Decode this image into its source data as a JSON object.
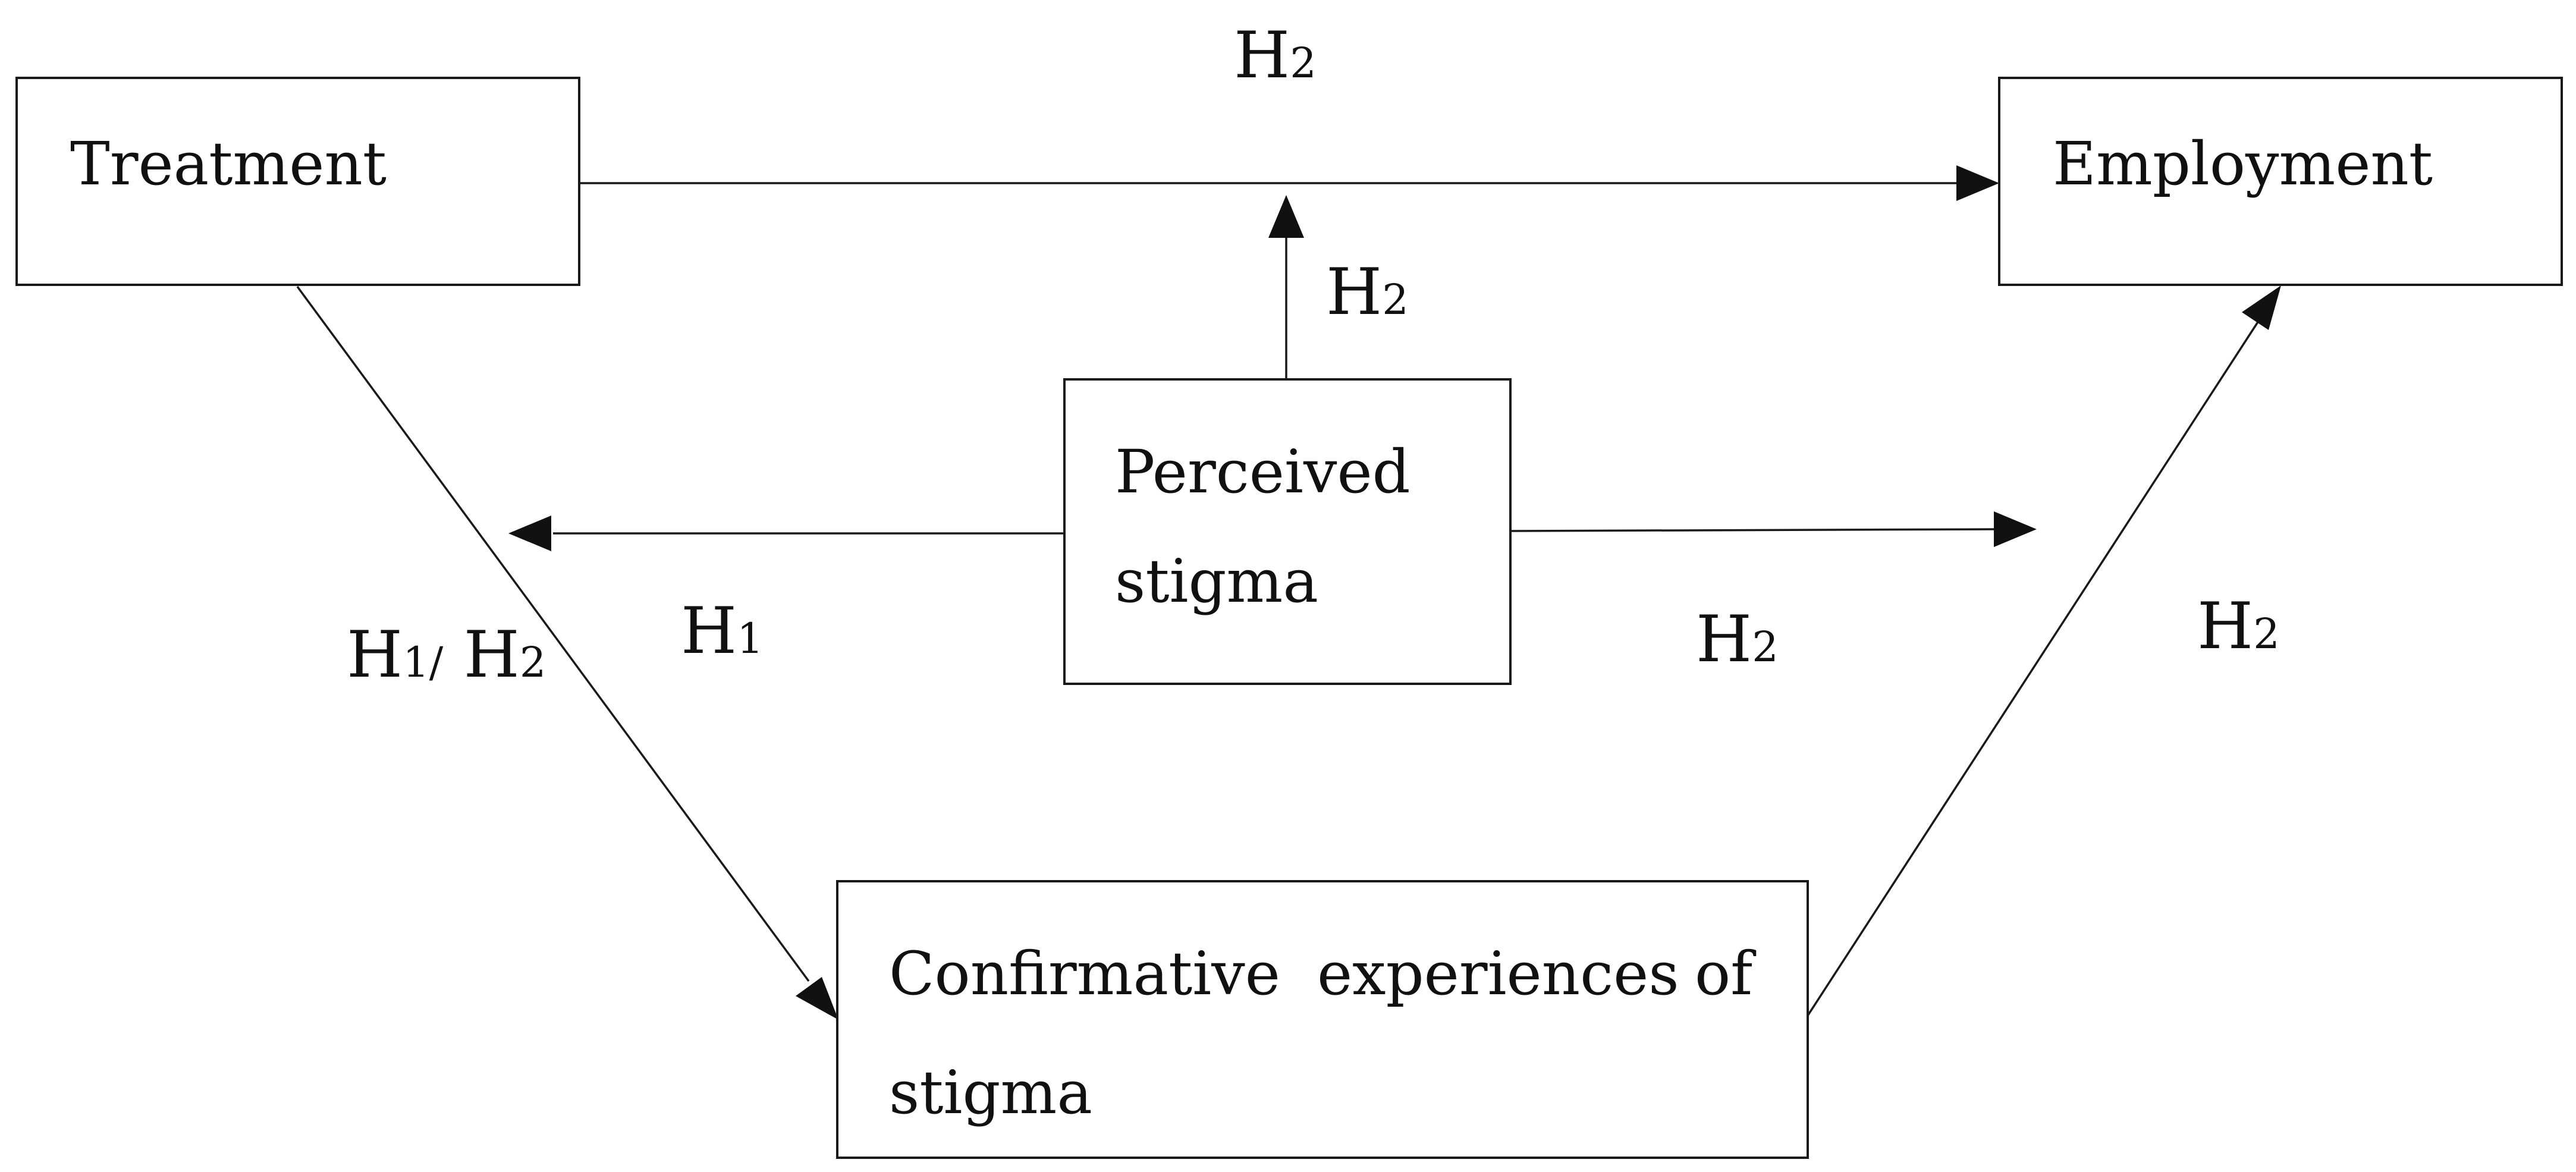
{
  "nodes": {
    "treatment": "Treatment",
    "employment": "Employment",
    "perceived_line1": "Perceived",
    "perceived_line2": "stigma",
    "confirm_line1_w1": "Confirmative",
    "confirm_line1_w2": "experiences",
    "confirm_line1_w3": "of",
    "confirm_line2": "stigma"
  },
  "edge_labels": {
    "top": {
      "base": "H",
      "sub": "2"
    },
    "moderation_up": {
      "base": "H",
      "sub": "2"
    },
    "perceived_left": {
      "base": "H",
      "sub": "1"
    },
    "perceived_right": {
      "base": "H",
      "sub": "2"
    },
    "confirm_to_employment": {
      "base": "H",
      "sub": "2"
    },
    "treatment_to_confirm": {
      "base1": "H",
      "sub1": "1/",
      "base2": " H",
      "sub2": "2"
    }
  }
}
